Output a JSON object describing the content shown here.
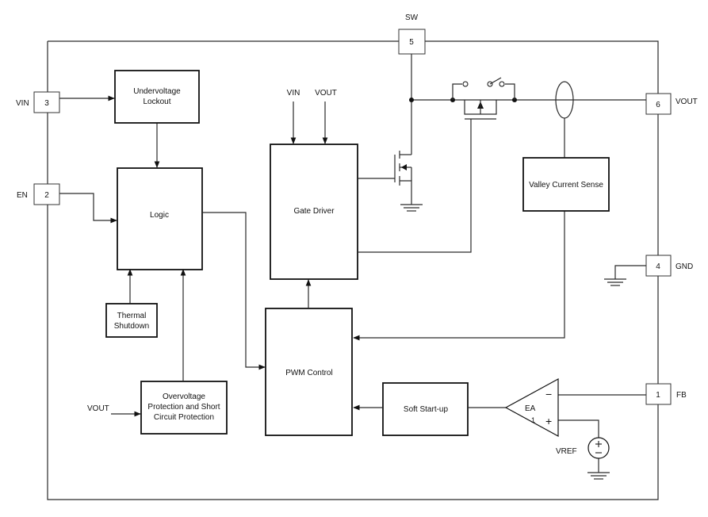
{
  "diagram": {
    "pins": {
      "sw": {
        "name": "SW",
        "num": "5"
      },
      "vin": {
        "name": "VIN",
        "num": "3"
      },
      "en": {
        "name": "EN",
        "num": "2"
      },
      "vout": {
        "name": "VOUT",
        "num": "6"
      },
      "gnd": {
        "name": "GND",
        "num": "4"
      },
      "fb": {
        "name": "FB",
        "num": "1"
      }
    },
    "blocks": {
      "uvlo": [
        "Undervoltage",
        "Lockout"
      ],
      "logic": "Logic",
      "gate_driver": "Gate Driver",
      "valley": "Valley Current Sense",
      "thermal": [
        "Thermal",
        "Shutdown"
      ],
      "ovp": [
        "Overvoltage",
        "Protection and Short",
        "Circuit Protection"
      ],
      "pwm": "PWM Control",
      "soft_start": "Soft Start-up"
    },
    "labels": {
      "gd_vin": "VIN",
      "gd_vout": "VOUT",
      "ovp_vout": "VOUT",
      "ea": "EA",
      "ea_minus": "−",
      "ea_plus": "+",
      "ea_one": "1",
      "vref": "VREF"
    }
  }
}
